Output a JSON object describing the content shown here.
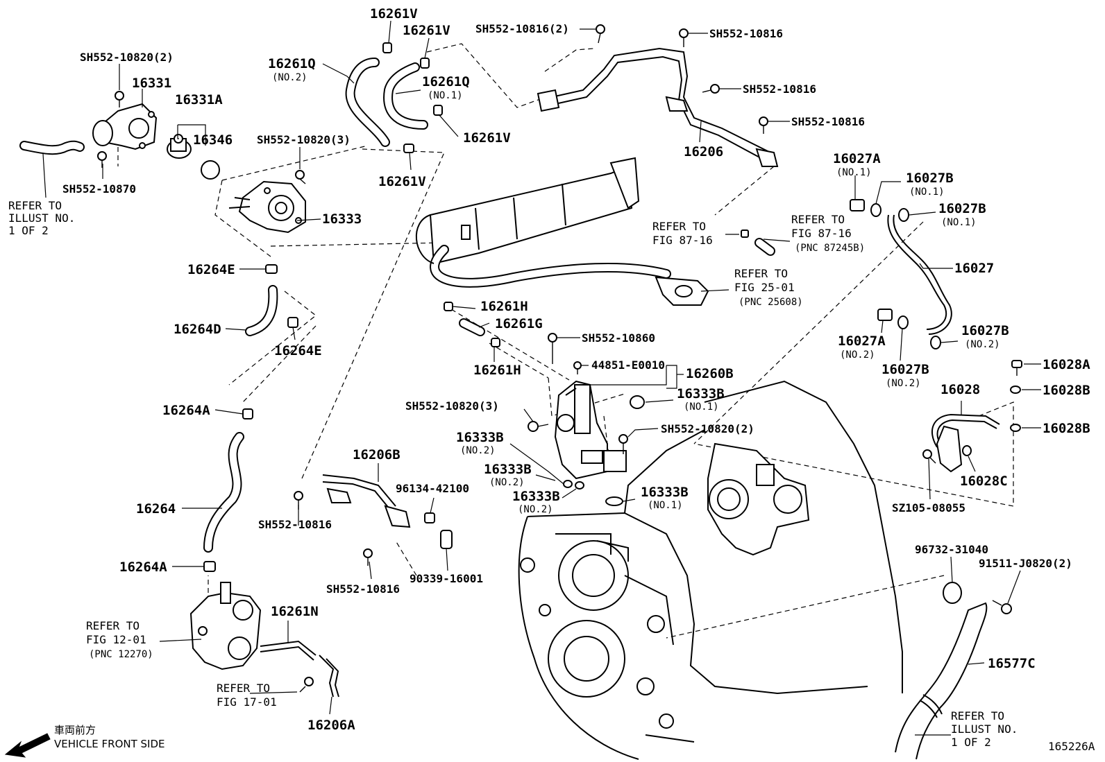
{
  "labels": {
    "l16261V_a": "16261V",
    "l16261V_b": "16261V",
    "l16261V_c": "16261V",
    "l16261V_d": "16261V",
    "l16261Q_2": "16261Q",
    "l16261Q_2_sub": "(NO.2)",
    "l16261Q_1": "16261Q",
    "l16261Q_1_sub": "(NO.1)",
    "lSH816_2": "SH552-10816(2)",
    "lSH816_a": "SH552-10816",
    "lSH816_b": "SH552-10816",
    "lSH816_c": "SH552-10816",
    "lSH816_d": "SH552-10816",
    "lSH816_e": "SH552-10816",
    "lSH820_2a": "SH552-10820(2)",
    "lSH820_3a": "SH552-10820(3)",
    "lSH820_3b": "SH552-10820(3)",
    "lSH820_2b": "SH552-10820(2)",
    "lSH870": "SH552-10870",
    "lSH860": "SH552-10860",
    "l16331": "16331",
    "l16331A": "16331A",
    "l16346": "16346",
    "l16333": "16333",
    "l16206": "16206",
    "l16264E_a": "16264E",
    "l16264E_b": "16264E",
    "l16264D": "16264D",
    "l16264A_a": "16264A",
    "l16264A_b": "16264A",
    "l16264": "16264",
    "l16261H_a": "16261H",
    "l16261H_b": "16261H",
    "l16261G": "16261G",
    "l44851": "44851-E0010",
    "l16260B": "16260B",
    "l16333B_1a": "16333B",
    "l16333B_1a_sub": "(NO.1)",
    "l16333B_2a": "16333B",
    "l16333B_2a_sub": "(NO.2)",
    "l16333B_2b": "16333B",
    "l16333B_2b_sub": "(NO.2)",
    "l16333B_2c": "16333B",
    "l16333B_2c_sub": "(NO.2)",
    "l16333B_1b": "16333B",
    "l16333B_1b_sub": "(NO.1)",
    "l16206B": "16206B",
    "l96134": "96134-42100",
    "l90339": "90339-16001",
    "l16261N": "16261N",
    "l16206A": "16206A",
    "l16027A_1": "16027A",
    "l16027A_1_sub": "(NO.1)",
    "l16027B_1a": "16027B",
    "l16027B_1a_sub": "(NO.1)",
    "l16027B_1b": "16027B",
    "l16027B_1b_sub": "(NO.1)",
    "l16027": "16027",
    "l16027A_2": "16027A",
    "l16027A_2_sub": "(NO.2)",
    "l16027B_2a": "16027B",
    "l16027B_2a_sub": "(NO.2)",
    "l16027B_2b": "16027B",
    "l16027B_2b_sub": "(NO.2)",
    "l16028A": "16028A",
    "l16028B_a": "16028B",
    "l16028B_b": "16028B",
    "l16028": "16028",
    "l16028C": "16028C",
    "lSZ105": "SZ105-08055",
    "l96732": "96732-31040",
    "l91511": "91511-J0820(2)",
    "l16577C": "16577C",
    "diagram_id": "165226A"
  },
  "refs": {
    "illust_left": [
      "REFER TO",
      "ILLUST NO.",
      "1 OF 2"
    ],
    "illust_right": [
      "REFER TO",
      "ILLUST NO.",
      "1 OF 2"
    ],
    "fig8716_a": [
      "REFER TO",
      "FIG 87-16"
    ],
    "fig8716_b": [
      "REFER TO",
      "FIG 87-16",
      "(PNC 87245B)"
    ],
    "fig2501": [
      "REFER TO",
      "FIG 25-01",
      "(PNC 25608)"
    ],
    "fig1201": [
      "REFER TO",
      "FIG 12-01",
      "(PNC 12270)"
    ],
    "fig1701": [
      "REFER TO",
      "FIG 17-01"
    ]
  },
  "orientation": {
    "jp": "車両前方",
    "en": "VEHICLE FRONT SIDE"
  }
}
